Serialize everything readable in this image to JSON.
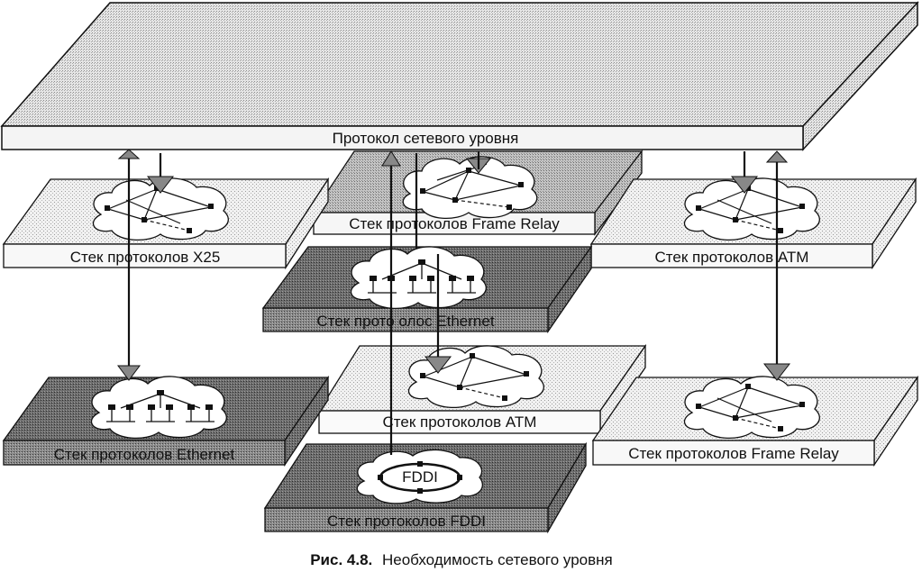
{
  "top_plane": {
    "label": "Протокол сетевого уровня"
  },
  "stacks": {
    "x25": "Стек протоколов X25",
    "frame_relay_upper": "Стек протоколов Frame Relay",
    "atm_upper": "Стек протоколов ATM",
    "ethernet_middle": "Стек прото   олос  Ethernet",
    "ethernet_lower": "Стек протоколов Ethernet",
    "atm_lower": "Стек протоколов ATM",
    "frame_relay_lower": "Стек протоколов Frame Relay",
    "fddi": "Стек протоколов FDDI"
  },
  "fddi_ring_label": "FDDI",
  "caption": {
    "prefix": "Рис. 4.8.",
    "text": "Необходимость сетевого уровня"
  },
  "colors": {
    "light_plane": "#ececec",
    "dark_plane": "#707070",
    "top_plane": "#e2e2e2",
    "line": "#111111"
  }
}
